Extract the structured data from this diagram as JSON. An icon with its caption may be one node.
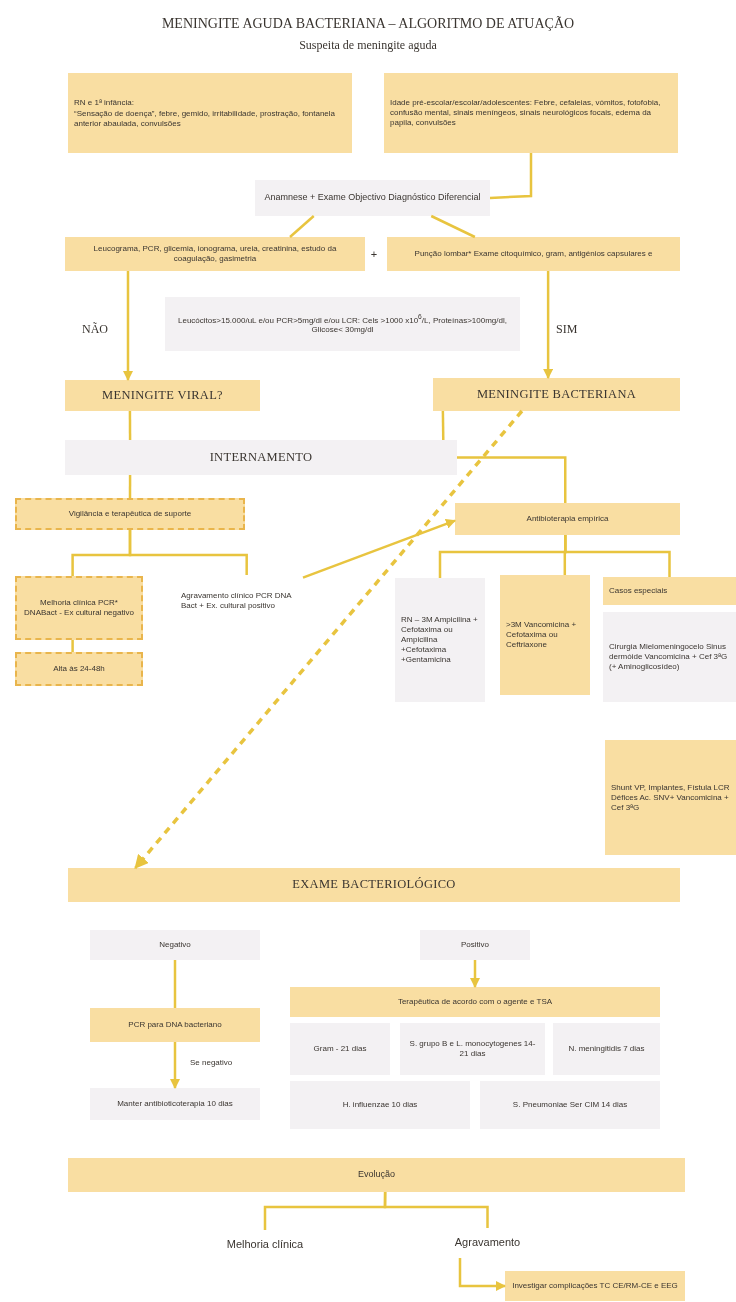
{
  "diagram": {
    "title": "MENINGITE AGUDA BACTERIANA – ALGORITMO DE ATUAÇÃO",
    "nodes": [
      {
        "text": [
          "RN e 1ª infância:",
          "“Sensação de doença”, febre, gemido, irritabilidade, prostração, fontanela anterior abaulada, convulsões"
        ]
      },
      {
        "text": [
          "Idade pré-escolar/escolar/adolescentes: Febre, cefaleias, vómitos, fotofobia, confusão mental, sinais meníngeos, sinais neurológicos focais, edema da papila, convulsões"
        ]
      },
      {
        "text": [
          "Anamnese + Exame Objectivo Diagnóstico Diferencial"
        ]
      },
      {
        "text": [
          "Leucograma, PCR, glicemia, ionograma, ureia, creatinina, estudo da coagulação, gasimetria"
        ]
      },
      {
        "text": [
          "Punção lombar* Exame citoquímico, gram, antigénios capsulares e"
        ]
      },
      {
        "text": [
          "Leucócitos>15.000/uL e/ou PCR>5mg/dl e/ou LCR: Cels >1000 x10$^{6}$/L, Proteínas>100mg/dl, Glicose< 30mg/dl"
        ]
      },
      {
        "text": [
          "MENINGITE VIRAL?"
        ]
      },
      {
        "text": [
          "MENINGITE BACTERIANA"
        ]
      },
      {
        "text": [
          "INTERNAMENTO"
        ]
      },
      {
        "text": [
          "Vigilância e terapêutica de suporte"
        ]
      },
      {
        "text": [
          "Melhoria clínica PCR* DNABact - Ex cultural negativo"
        ]
      },
      {
        "text": [
          "Alta às 24-48h"
        ]
      },
      {
        "text": [
          "Agravamento clínico PCR DNA Bact + Ex. cultural positivo"
        ]
      },
      {
        "text": [
          "Antibioterapia empírica"
        ]
      },
      {
        "text": [
          "RN – 3M Ampicilina + Cefotaxima ou Ampicilina +Cefotaxima +Gentamicina"
        ]
      },
      {
        "text": [
          ">3M Vancomicina + Cefotaxima ou Ceftriaxone"
        ]
      },
      {
        "text": [
          "Casos especiais"
        ]
      },
      {
        "text": [
          "Cirurgia Mielomeningocelo Sinus dermóide Vancomicina + Cef 3ªG (+ Aminoglicosídeo)"
        ]
      },
      {
        "text": [
          "Shunt VP, Implantes, Fístula LCR Défices Ac. SNV+ Vancomicina + Cef 3ªG"
        ]
      },
      {
        "text": [
          "EXAME BACTERIOLÓGICO"
        ]
      },
      {
        "text": [
          "Negativo"
        ]
      },
      {
        "text": [
          "Positivo"
        ]
      },
      {
        "text": [
          "PCR para DNA bacteriano"
        ]
      },
      {
        "text": [
          "Manter antibioticoterapia 10 dias"
        ]
      },
      {
        "text": [
          "Terapêutica de acordo com o agente e TSA"
        ]
      },
      {
        "text": [
          "Gram - 21 dias"
        ]
      },
      {
        "text": [
          "S. grupo B e L. monocytogenes 14-21 dias"
        ]
      },
      {
        "text": [
          "N. meningitidis 7 dias"
        ]
      },
      {
        "text": [
          "H. influenzae 10 dias"
        ]
      },
      {
        "text": [
          "S. Pneumoniae Ser CIM 14 dias"
        ]
      },
      {
        "text": [
          "Evolução"
        ]
      },
      {
        "text": [
          "Melhoria clínica"
        ]
      },
      {
        "text": [
          "Agravamento"
        ]
      },
      {
        "text": [
          "Investigar complicações TC CE/RM-CE e EEG"
        ]
      }
    ],
    "edges": [
      {
        "from": 1,
        "to": 2,
        "arrow": "none"
      },
      {
        "from": 2,
        "to": 3,
        "arrow": "none"
      },
      {
        "from": 2,
        "to": 4,
        "arrow": "none"
      },
      {
        "from": 3,
        "to": 6,
        "arrow": "to",
        "label": "NÃO"
      },
      {
        "from": 4,
        "to": 7,
        "arrow": "to",
        "label": "SIM"
      },
      {
        "from": 6,
        "to": 8,
        "arrow": "none"
      },
      {
        "from": 7,
        "to": 8,
        "arrow": "none"
      },
      {
        "from": 7,
        "to": 19,
        "arrow": "to",
        "style": "dashed"
      },
      {
        "from": 8,
        "to": 9,
        "arrow": "none"
      },
      {
        "from": 9,
        "to": 10,
        "arrow": "none"
      },
      {
        "from": 9,
        "to": 12,
        "arrow": "none"
      },
      {
        "from": 10,
        "to": 11,
        "arrow": "none"
      },
      {
        "from": 12,
        "to": 13,
        "arrow": "to"
      },
      {
        "from": 8,
        "to": 13,
        "arrow": "none"
      },
      {
        "from": 13,
        "to": 14,
        "arrow": "none"
      },
      {
        "from": 13,
        "to": 15,
        "arrow": "none"
      },
      {
        "from": 13,
        "to": 16,
        "arrow": "none"
      },
      {
        "from": 20,
        "to": 22,
        "arrow": "none"
      },
      {
        "from": 22,
        "to": 23,
        "arrow": "to",
        "label": "Se negativo"
      },
      {
        "from": 21,
        "to": 24,
        "arrow": "to"
      },
      {
        "from": 30,
        "to": 31,
        "arrow": "none"
      },
      {
        "from": 30,
        "to": 32,
        "arrow": "none"
      },
      {
        "from": 32,
        "to": 33,
        "arrow": "to"
      }
    ],
    "labels": [
      "Suspeita de meningite aguda",
      "+"
    ]
  }
}
